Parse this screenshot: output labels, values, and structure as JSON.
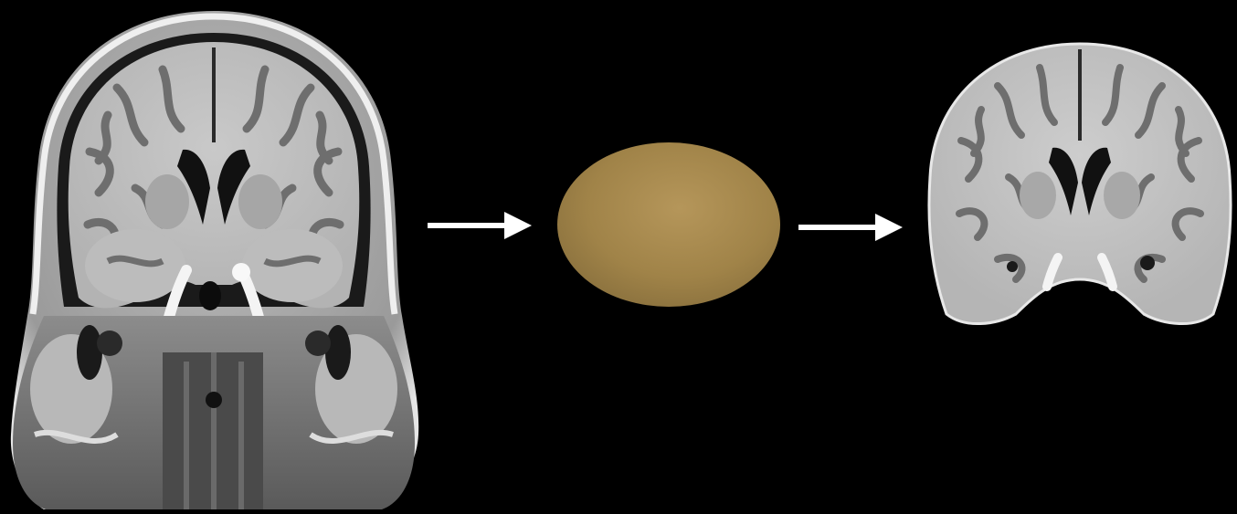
{
  "diagram": {
    "stages": [
      {
        "id": "input",
        "icon": "mri-head-coronal-slice-icon"
      },
      {
        "id": "model",
        "icon": "deformable-ellipsoid-surface-icon"
      },
      {
        "id": "output",
        "icon": "mri-brain-extracted-slice-icon"
      }
    ],
    "connectors": [
      {
        "from": "input",
        "to": "model",
        "icon": "arrow-right-icon"
      },
      {
        "from": "model",
        "to": "output",
        "icon": "arrow-right-icon"
      }
    ],
    "colors": {
      "background": "#000000",
      "arrow": "#ffffff",
      "ellipsoid": "#b09150",
      "tissue_light": "#c8c8c8",
      "tissue_dark": "#6e6e6e"
    }
  }
}
